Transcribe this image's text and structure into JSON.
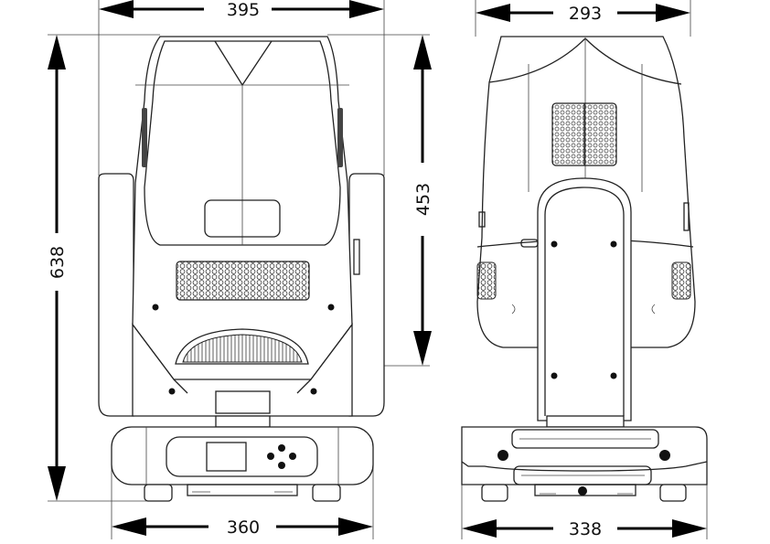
{
  "dimensions": {
    "front_width_top": "395",
    "front_height_total": "638",
    "front_head_height": "453",
    "front_base_width": "360",
    "side_width_top": "293",
    "side_base_width": "338"
  },
  "colors": {
    "line": "#222222",
    "arrow": "#000000",
    "background": "#ffffff"
  }
}
